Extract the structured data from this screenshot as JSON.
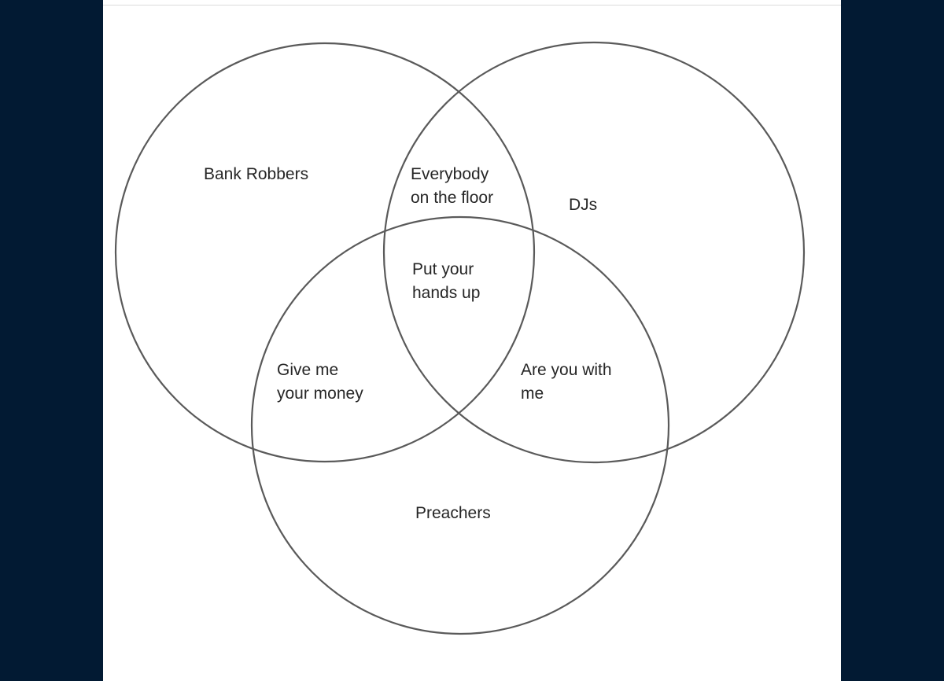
{
  "diagram": {
    "sets": [
      {
        "name": "Bank Robbers"
      },
      {
        "name": "DJs"
      },
      {
        "name": "Preachers"
      }
    ],
    "regions": {
      "robbers_djs": [
        "Everybody",
        "on the floor"
      ],
      "all_three": [
        "Put your",
        "hands up"
      ],
      "robbers_preachers": [
        "Give me",
        "your money"
      ],
      "djs_preachers": [
        "Are you with",
        "me"
      ]
    },
    "colors": {
      "background": "#021a33",
      "panel": "#ffffff",
      "outline": "#5a5a5a",
      "text": "#262626"
    }
  }
}
